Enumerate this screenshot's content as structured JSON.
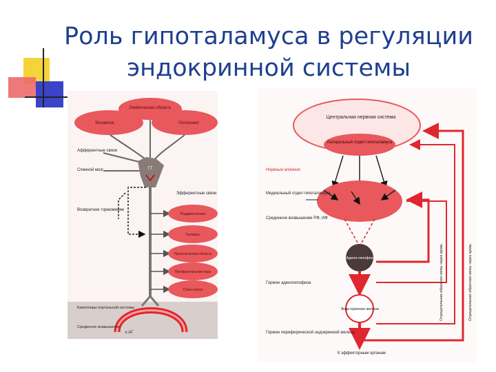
{
  "slide": {
    "title_line1": "Роль гипоталамуса в регуляции",
    "title_line2": "эндокринной системы"
  },
  "colors": {
    "title": "#1f3f8f",
    "oval": "#e8585c",
    "oval_light": "#f5b8b8",
    "arrow_red": "#e0262e",
    "neuron": "#8a7a78",
    "dark_gland": "#4a3a3a"
  },
  "left": {
    "ovals": {
      "top": "Лимбическая область",
      "left": "Мозжечок",
      "right": "Гиппокамп",
      "reward": "Подкрепление",
      "tectum": "Таламус",
      "premotor": "Преоптическая область",
      "prefrontal": "Префронтальная кора",
      "brainstem": "Ствол мозга"
    },
    "labels": {
      "afferent": "Афферентные связи",
      "spinal": "Спинной мозг",
      "efferent": "Эфферентные связи",
      "inhibition": "Возвратное торможение",
      "capillary": "Капилляры портальной системы",
      "median": "Срединное возвышение",
      "vessel": "к АГ",
      "neuron": "ГТ"
    }
  },
  "right": {
    "cns": "Центральная нервная система",
    "lateral": "Латеральный отдел гипоталамуса",
    "nerve": "Нервные влияния",
    "medial": "Медиальный отдел гипоталамуса",
    "median": "Срединное возвышение РФ, ИФ",
    "adeno": "Адено-гипофиз",
    "hormone_adeno": "Гормон аденогипофиза",
    "endo": "Эндо-кринная железа",
    "hormone_peripheral": "Гормон периферической эндокринной железы",
    "effector": "К эффекторным органам",
    "fb_short": "Отрицательная обратная связь через кровь",
    "fb_long": "Отрицательная обратная связь через кровь"
  }
}
